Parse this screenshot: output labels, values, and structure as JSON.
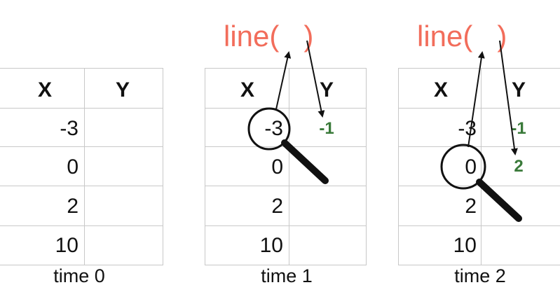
{
  "header_x": "X",
  "header_y": "Y",
  "function_label": "line(",
  "function_close": ")",
  "panels": [
    {
      "caption": "time 0",
      "x": [
        "-3",
        "0",
        "2",
        "10"
      ],
      "y": [
        "",
        "",
        "",
        ""
      ]
    },
    {
      "caption": "time 1",
      "x": [
        "-3",
        "0",
        "2",
        "10"
      ],
      "y": [
        "-1",
        "",
        "",
        ""
      ]
    },
    {
      "caption": "time 2",
      "x": [
        "-3",
        "0",
        "2",
        "10"
      ],
      "y": [
        "-1",
        "2",
        "",
        ""
      ]
    }
  ],
  "colors": {
    "function": "#f26d5b",
    "output": "#3a7a3a",
    "grid": "#c8c8c8"
  }
}
